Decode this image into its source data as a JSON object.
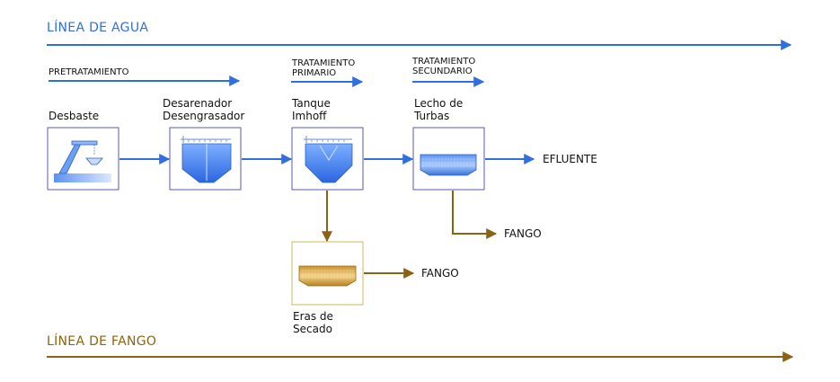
{
  "water_line": {
    "title": "LÍNEA DE AGUA",
    "color": "#2f6fe0"
  },
  "sludge_line": {
    "title": "LÍNEA DE FANGO",
    "color": "#8a6414"
  },
  "stages": {
    "pretratamiento": "PRETRATAMIENTO",
    "primario": [
      "TRATAMIENTO",
      "PRIMARIO"
    ],
    "secundario": [
      "TRATAMIENTO",
      "SECUNDARIO"
    ]
  },
  "units": {
    "desbaste": [
      "Desbaste"
    ],
    "desarenador": [
      "Desarenador",
      "Desengrasador"
    ],
    "imhoff": [
      "Tanque",
      "Imhoff"
    ],
    "turbas": [
      "Lecho de",
      "Turbas"
    ],
    "eras": [
      "Eras de",
      "Secado"
    ]
  },
  "outputs": {
    "efluente": "EFLUENTE",
    "fango_turbas": "FANGO",
    "fango_eras": "FANGO"
  },
  "icons": {
    "desbaste": "screen-conveyor-icon",
    "desarenador": "grit-tank-icon",
    "imhoff": "imhoff-tank-icon",
    "turbas": "peat-bed-icon",
    "eras": "drying-bed-icon"
  }
}
